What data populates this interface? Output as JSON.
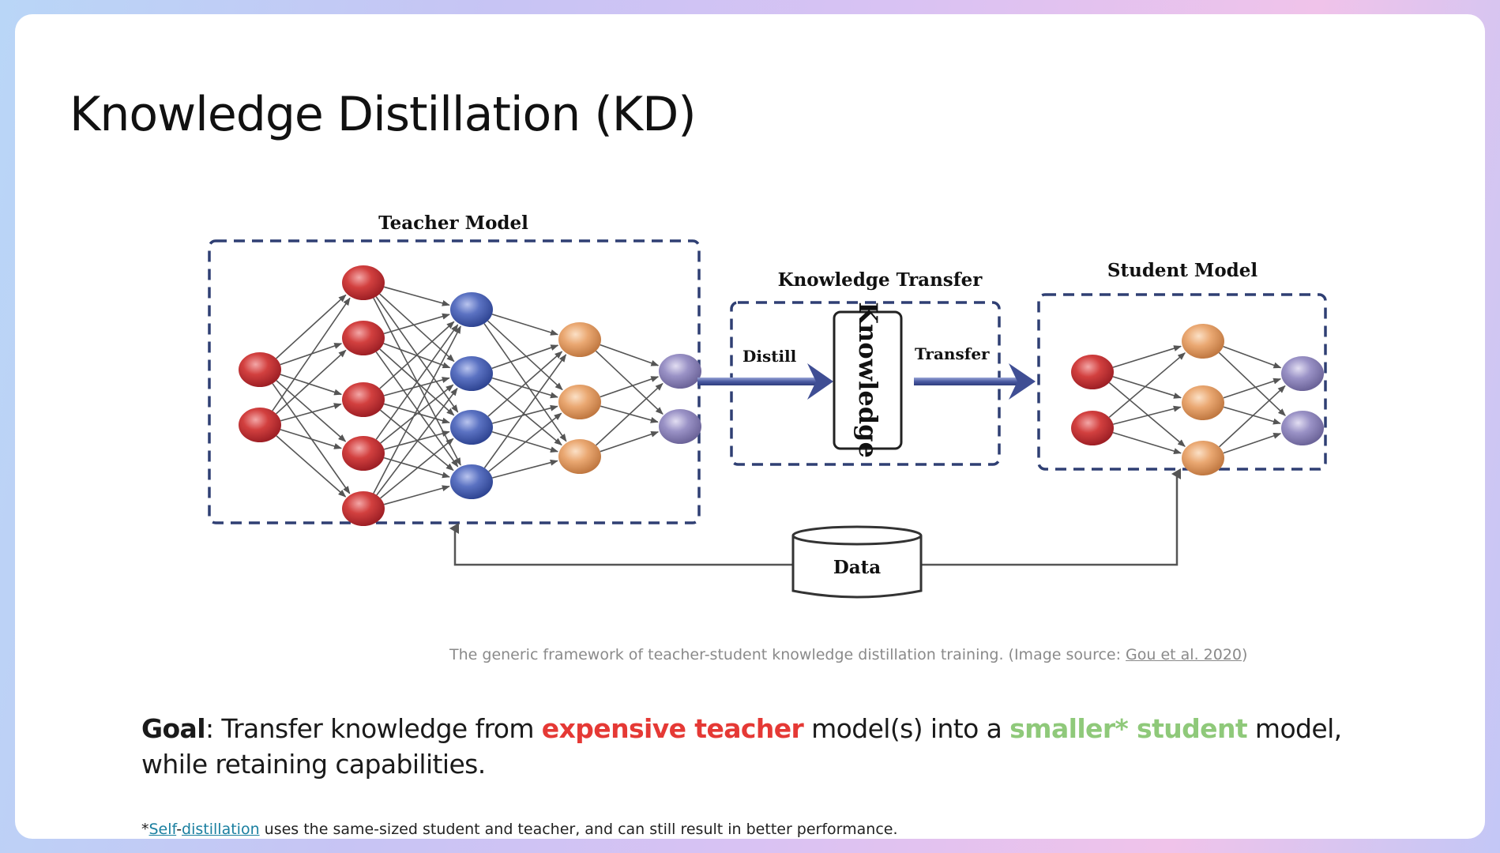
{
  "slide": {
    "title": "Knowledge Distillation (KD)"
  },
  "diagram": {
    "teacher_label": "Teacher Model",
    "transfer_label": "Knowledge Transfer",
    "student_label": "Student Model",
    "distill_label": "Distill",
    "transfer_arrow_label": "Transfer",
    "knowledge_box_label": "Knowledge",
    "data_label": "Data",
    "colors": {
      "input_node": "#c8353a",
      "hidden_blue_node": "#4f66b5",
      "hidden_orange_node": "#e6a56e",
      "output_node": "#8c84b8",
      "dashed_border": "#2f3f73",
      "arrow": "#3f4e94"
    }
  },
  "caption": {
    "text": "The generic framework of teacher-student knowledge distillation training. (Image source: ",
    "source_link": "Gou et al. 2020",
    "close": ")"
  },
  "goal": {
    "label": "Goal",
    "colon": ": Transfer knowledge from ",
    "teacher": "expensive teacher",
    "mid": " model(s) into a ",
    "student": "smaller* student",
    "end": " model, while retaining capabilities.",
    "colors": {
      "teacher": "#e53935",
      "student": "#8fc97a"
    }
  },
  "footnote": {
    "star": "*",
    "link1": "Self",
    "dash": "-",
    "link2": "distillation",
    "rest": " uses the same-sized student and teacher, and can still result in better performance."
  }
}
